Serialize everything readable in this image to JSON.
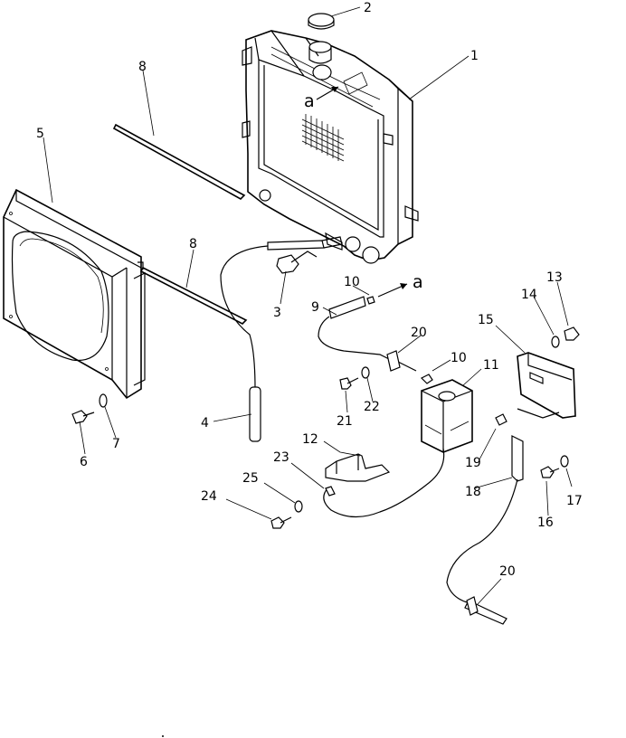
{
  "callouts": {
    "c1": "1",
    "c2": "2",
    "c3": "3",
    "c4": "4",
    "c5": "5",
    "c6": "6",
    "c7": "7",
    "c8a": "8",
    "c8b": "8",
    "c9": "9",
    "c10a": "10",
    "c10b": "10",
    "c11": "11",
    "c12": "12",
    "c13": "13",
    "c14": "14",
    "c15": "15",
    "c16": "16",
    "c17": "17",
    "c18": "18",
    "c19": "19",
    "c20a": "20",
    "c20b": "20",
    "c21": "21",
    "c22": "22",
    "c23": "23",
    "c24": "24",
    "c25": "25"
  },
  "view_markers": {
    "a1": "a",
    "a2": "a"
  }
}
